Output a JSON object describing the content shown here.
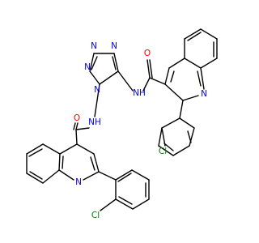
{
  "diagram": {
    "type": "chemical-structure",
    "colors": {
      "bond": "#000000",
      "nitrogen": "#0000ff",
      "oxygen": "#ff0000",
      "chlorine": "#008000",
      "hydrogen_on_n": "#0000ff"
    },
    "atom_labels": {
      "tetrazole_n1": "N",
      "tetrazole_n2": "N",
      "tetrazole_n3": "N",
      "tetrazole_n4": "N",
      "amide_nh_upper": "NH",
      "amide_nh_lower": "NH",
      "carbonyl_o_upper": "O",
      "carbonyl_o_lower": "O",
      "quinoline_n_upper": "N",
      "quinoline_n_lower": "N",
      "chloro_upper": "Cl",
      "chloro_lower": "Cl"
    }
  }
}
